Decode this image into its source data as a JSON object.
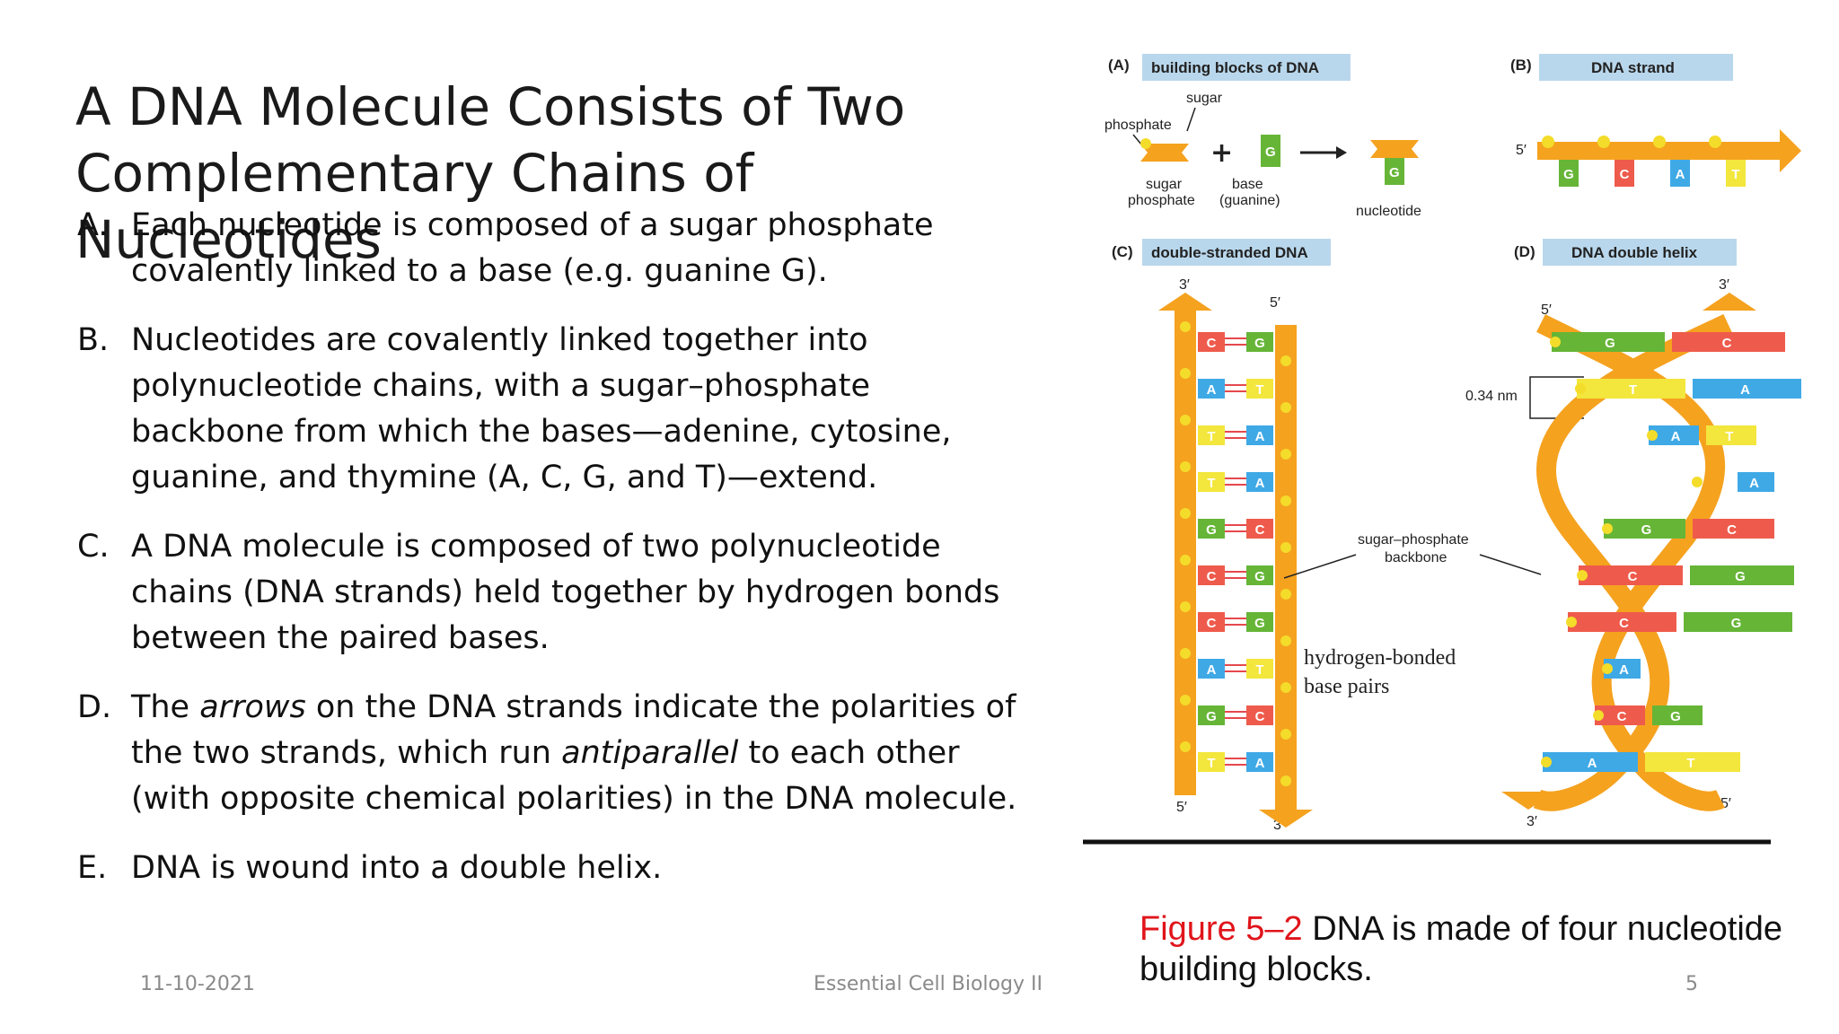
{
  "slide": {
    "title_line1": "A DNA Molecule Consists of Two",
    "title_line2": "Complementary Chains of Nucleotides",
    "points": [
      {
        "letter": "A.",
        "segments": [
          "Each nucleotide is composed of a sugar phosphate covalently linked to a base (e.g. guanine G)."
        ]
      },
      {
        "letter": "B.",
        "segments": [
          "Nucleotides are covalently linked together into polynucleotide chains, with a sugar–phosphate backbone from which the bases—adenine, cytosine, guanine, and thymine (A, C, G, and T)—extend."
        ]
      },
      {
        "letter": "C.",
        "segments": [
          "A DNA molecule is composed of two polynucleotide chains (DNA strands) held together by hydrogen bonds between the paired bases."
        ]
      },
      {
        "letter": "D.",
        "segments": [
          "The ",
          "arrows",
          " on the DNA strands indicate the polarities of the two strands, which run ",
          "antiparallel",
          " to each other (with opposite chemical polarities) in the DNA molecule."
        ]
      },
      {
        "letter": "E.",
        "segments": [
          "DNA is wound into a double helix."
        ]
      }
    ]
  },
  "figure": {
    "panel_a_label": "(A)",
    "panel_a_title": "building blocks of DNA",
    "panel_b_label": "(B)",
    "panel_b_title": "DNA strand",
    "panel_c_label": "(C)",
    "panel_c_title": "double-stranded DNA",
    "panel_d_label": "(D)",
    "panel_d_title": "DNA double helix",
    "labels": {
      "sugar": "sugar",
      "phosphate": "phosphate",
      "sugar_phosphate_1": "sugar",
      "sugar_phosphate_2": "phosphate",
      "base_1": "base",
      "base_2": "(guanine)",
      "nucleotide": "nucleotide",
      "backbone_1": "sugar–phosphate",
      "backbone_2": "backbone",
      "hbond_1": "hydrogen-bonded",
      "hbond_2": "base pairs",
      "distance": "0.34 nm",
      "plus": "+",
      "five_prime": "5′",
      "three_prime": "3′",
      "three_prime_b": "3′"
    },
    "base_g": "G",
    "strand_bases": [
      "G",
      "C",
      "A",
      "T"
    ],
    "ds_pairs": [
      [
        "C",
        "G"
      ],
      [
        "A",
        "T"
      ],
      [
        "T",
        "A"
      ],
      [
        "T",
        "A"
      ],
      [
        "G",
        "C"
      ],
      [
        "C",
        "G"
      ],
      [
        "C",
        "G"
      ],
      [
        "A",
        "T"
      ],
      [
        "G",
        "C"
      ],
      [
        "T",
        "A"
      ]
    ],
    "helix_pairs": [
      [
        "G",
        "C"
      ],
      [
        "T",
        "A"
      ],
      [
        "A",
        "T"
      ],
      [
        "",
        "A"
      ],
      [
        "G",
        "C"
      ],
      [
        "C",
        "G"
      ],
      [
        "C",
        "G"
      ],
      [
        "A",
        ""
      ],
      [
        "C",
        "G"
      ],
      [
        "A",
        "T"
      ]
    ],
    "colors": {
      "A": "#3fa9e6",
      "C": "#ee5b4c",
      "G": "#66b537",
      "T": "#f3e63c",
      "backbone": "#f5a21f",
      "phosphate": "#f4dc2a"
    }
  },
  "caption": {
    "figure_label": "Figure 5–2",
    "text": " DNA is made of four nucleotide building blocks."
  },
  "footer": {
    "date": "11-10-2021",
    "course": "Essential Cell Biology II",
    "page": "5"
  }
}
